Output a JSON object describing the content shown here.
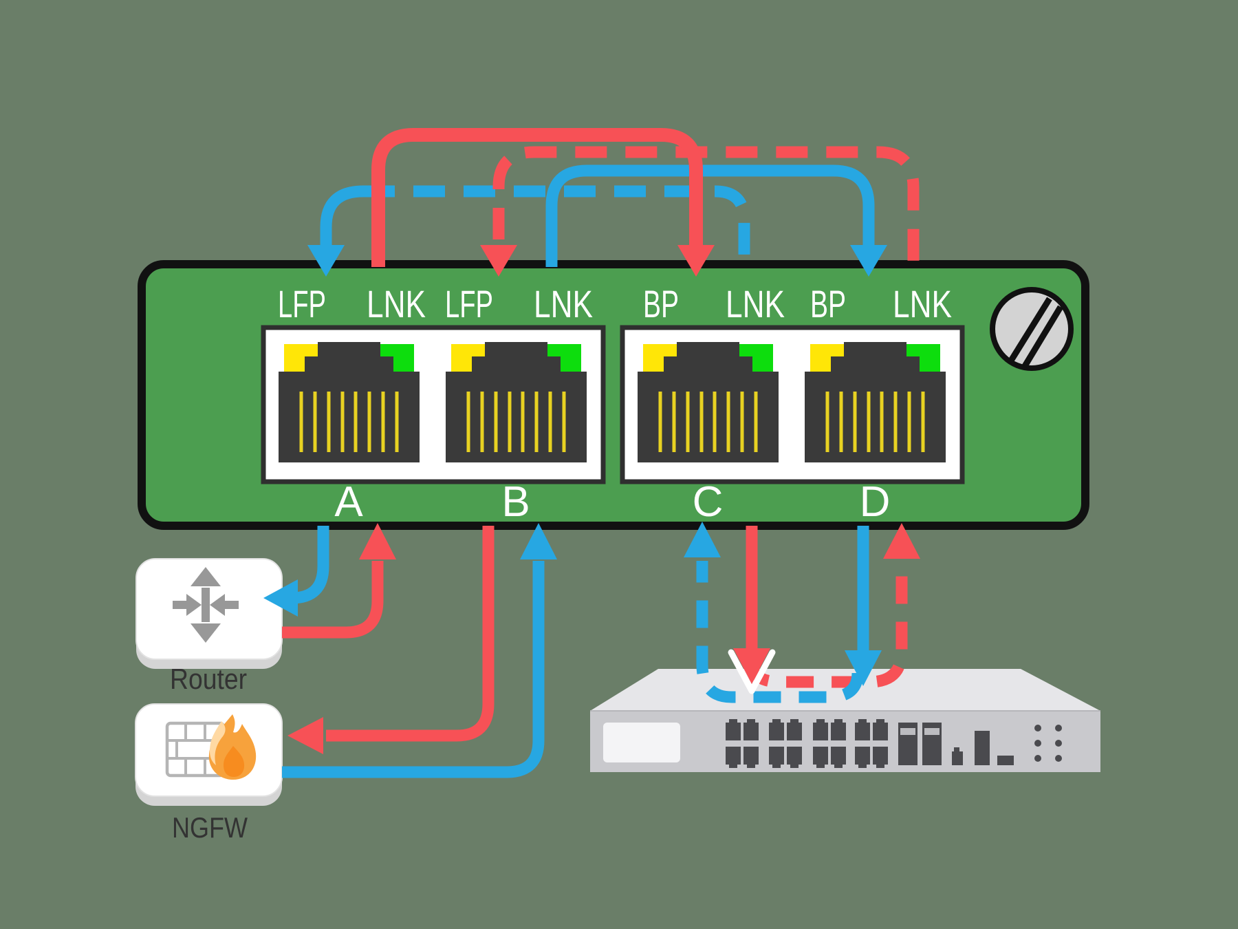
{
  "colors": {
    "background": "#6a7e68",
    "panel-green": "#4c9e50",
    "panel-border": "#111111",
    "red": "#f75156",
    "blue": "#27a7e2",
    "led-yellow": "#ffe607",
    "led-green": "#0ddd0d",
    "pin-yellow": "#e8d222",
    "jack-dark": "#3a3a3a",
    "gray-icon": "#989898",
    "switch-top": "#e6e6e9",
    "switch-front": "#c9c9cd",
    "switch-dark": "#4a4a4e",
    "label-dark": "#333333"
  },
  "bypass_panel": {
    "indicator_labels": [
      "LFP",
      "LNK",
      "LFP",
      "LNK",
      "BP",
      "LNK",
      "BP",
      "LNK"
    ],
    "port_names": [
      "A",
      "B",
      "C",
      "D"
    ]
  },
  "devices": {
    "router_label": "Router",
    "ngfw_label": "NGFW"
  }
}
